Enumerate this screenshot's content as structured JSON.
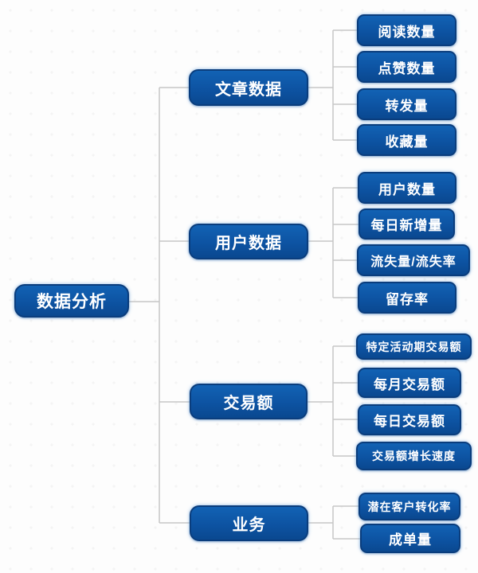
{
  "diagram": {
    "title": "数据分析",
    "root": {
      "label": "数据分析"
    },
    "branches": [
      {
        "label": "文章数据",
        "children": [
          {
            "label": "阅读数量"
          },
          {
            "label": "点赞数量"
          },
          {
            "label": "转发量"
          },
          {
            "label": "收藏量"
          }
        ]
      },
      {
        "label": "用户数据",
        "children": [
          {
            "label": "用户数量"
          },
          {
            "label": "每日新增量"
          },
          {
            "label": "流失量/流失率"
          },
          {
            "label": "留存率"
          }
        ]
      },
      {
        "label": "交易额",
        "children": [
          {
            "label": "特定活动期交易额"
          },
          {
            "label": "每月交易额"
          },
          {
            "label": "每日交易额"
          },
          {
            "label": "交易额增长速度"
          }
        ]
      },
      {
        "label": "业务",
        "children": [
          {
            "label": "潜在客户转化率"
          },
          {
            "label": "成单量"
          }
        ]
      }
    ],
    "colors": {
      "node_fill": "#0d53a2",
      "node_fill_highlight": "#1262b4",
      "node_border": "#0a3d7d",
      "node_text": "#ffffff",
      "connector": "#c7c7c7",
      "background": "#fdfdfd"
    }
  }
}
